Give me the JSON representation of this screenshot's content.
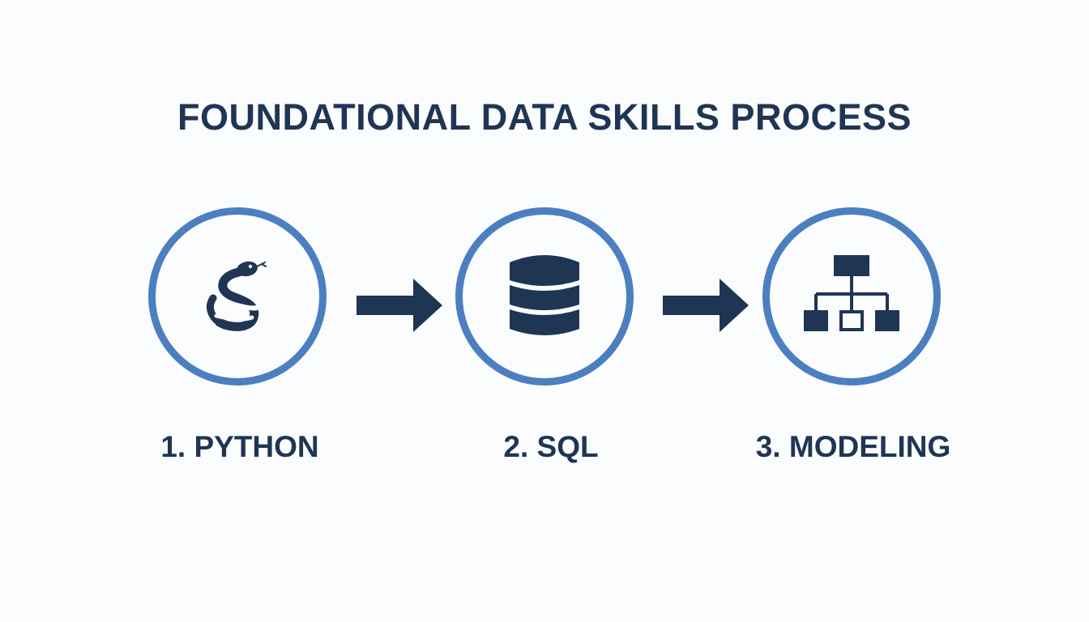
{
  "diagram": {
    "title": "FOUNDATIONAL DATA SKILLS PROCESS",
    "steps": [
      {
        "label": "1. PYTHON",
        "icon": "snake-icon"
      },
      {
        "label": "2. SQL",
        "icon": "database-icon"
      },
      {
        "label": "3. MODELING",
        "icon": "hierarchy-icon"
      }
    ],
    "colors": {
      "ring": "#4b7fc0",
      "ink": "#1f3554",
      "background": "#fbfcfd"
    }
  }
}
